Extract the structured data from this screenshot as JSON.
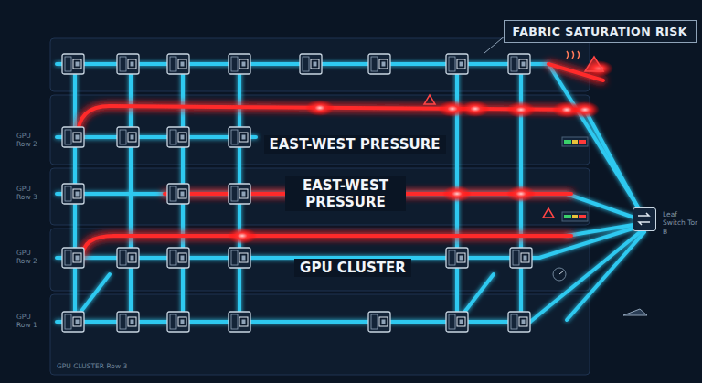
{
  "diagram": {
    "nodes": [
      {
        "text": [
          "FABRIC SATURATION RISK"
        ]
      },
      {
        "text": [
          "Leaf Switch Tor B"
        ]
      }
    ],
    "labels": [
      "EAST-WEST PRESSURE",
      "EAST-WEST PRESSURE",
      "GPU CLUSTER",
      "GPU Row 2",
      "GPU Row 3",
      "GPU Row 2",
      "GPU Row 1",
      "GPU CLUSTER Row 3"
    ]
  }
}
